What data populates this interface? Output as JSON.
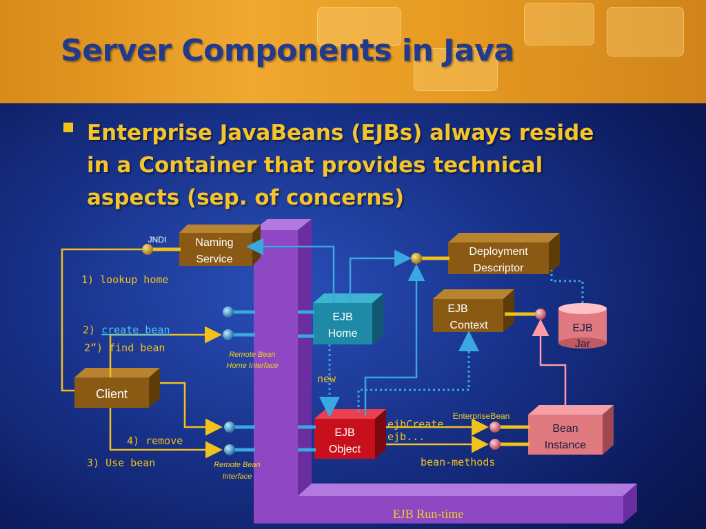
{
  "title": "Server Components in Java",
  "bullet": "Enterprise JavaBeans (EJBs) always reside in a Container that provides technical aspects (sep. of concerns)",
  "diagram": {
    "jndi": "JNDI",
    "naming_service": [
      "Naming",
      "Service"
    ],
    "deployment_descriptor": [
      "Deployment",
      "Descriptor"
    ],
    "ejb_home": [
      "EJB",
      "Home"
    ],
    "ejb_context": [
      "EJB",
      "Context"
    ],
    "ejb_jar": [
      "EJB",
      "Jar"
    ],
    "client": "Client",
    "ejb_object": [
      "EJB",
      "Object"
    ],
    "bean_instance": [
      "Bean",
      "Instance"
    ],
    "runtime": "EJB Run-time",
    "step_lookup": "1) lookup home",
    "step_create_prefix": "2) ",
    "step_create_link": "create bean",
    "step_find": "2”) find bean",
    "step_use": "3) Use bean",
    "step_remove": "4) remove",
    "remote_home_interface": [
      "Remote Bean",
      "Home Interface"
    ],
    "remote_interface": [
      "Remote Bean",
      "Interface"
    ],
    "new_label": "new",
    "enterprise_bean": "EnterpriseBean",
    "ejb_create": [
      "ejbCreate",
      "ejb..."
    ],
    "bean_methods": "bean-methods"
  },
  "colors": {
    "container": "#8e48c4",
    "brown_box": "#8a5a14",
    "teal_box": "#1e8aa8",
    "red_box": "#c8101c",
    "pink_box": "#e07a80",
    "arrow_yellow": "#f2c21c",
    "arrow_cyan": "#39a8e0",
    "arrow_pink": "#ff9aa8"
  }
}
